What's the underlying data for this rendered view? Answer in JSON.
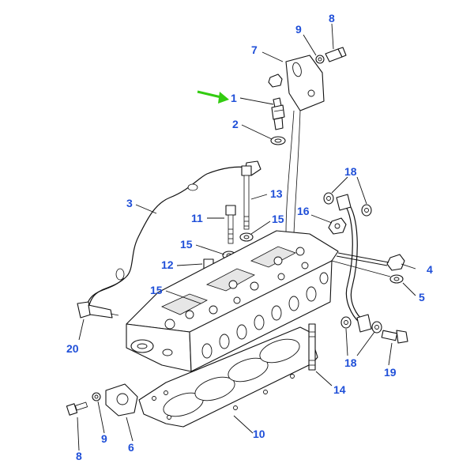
{
  "diagram": {
    "pointer_arrow_color": "#33cc11",
    "label_color": "#1f4fd8",
    "callouts": [
      {
        "id": "c1",
        "text": "1"
      },
      {
        "id": "c2",
        "text": "2"
      },
      {
        "id": "c3",
        "text": "3"
      },
      {
        "id": "c4",
        "text": "4"
      },
      {
        "id": "c5",
        "text": "5"
      },
      {
        "id": "c6",
        "text": "6"
      },
      {
        "id": "c7",
        "text": "7"
      },
      {
        "id": "c8a",
        "text": "8"
      },
      {
        "id": "c8b",
        "text": "8"
      },
      {
        "id": "c9a",
        "text": "9"
      },
      {
        "id": "c9b",
        "text": "9"
      },
      {
        "id": "c10",
        "text": "10"
      },
      {
        "id": "c11",
        "text": "11"
      },
      {
        "id": "c12",
        "text": "12"
      },
      {
        "id": "c13",
        "text": "13"
      },
      {
        "id": "c14",
        "text": "14"
      },
      {
        "id": "c15a",
        "text": "15"
      },
      {
        "id": "c15b",
        "text": "15"
      },
      {
        "id": "c15c",
        "text": "15"
      },
      {
        "id": "c16",
        "text": "16"
      },
      {
        "id": "c18a",
        "text": "18"
      },
      {
        "id": "c18b",
        "text": "18"
      },
      {
        "id": "c19",
        "text": "19"
      },
      {
        "id": "c20",
        "text": "20"
      }
    ]
  }
}
